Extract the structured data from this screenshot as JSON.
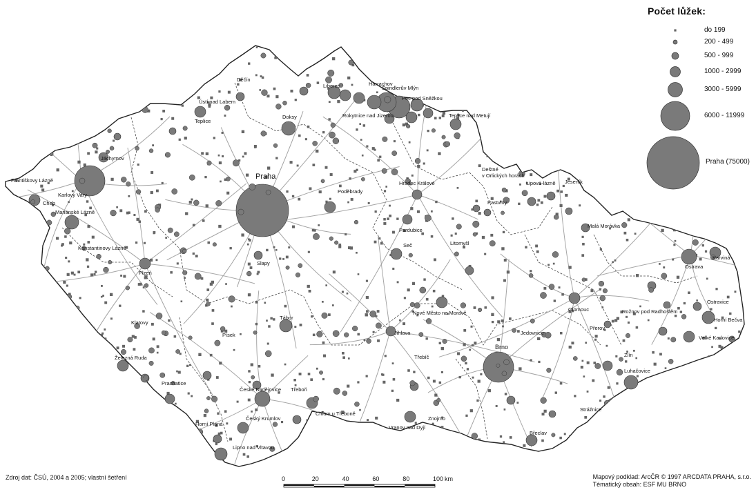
{
  "legend": {
    "title": "Počet lůžek:",
    "classes": [
      {
        "label": "do 199"
      },
      {
        "label": "200 - 499"
      },
      {
        "label": "500 - 999"
      },
      {
        "label": "1000 - 2999"
      },
      {
        "label": "3000 - 5999"
      },
      {
        "label": "6000 - 11999"
      },
      {
        "label": "Praha (75000)"
      }
    ]
  },
  "places": [
    {
      "name": "Děčín"
    },
    {
      "name": "Liberec"
    },
    {
      "name": "Harrachov"
    },
    {
      "name": "Špindlerův Mlýn"
    },
    {
      "name": "Pec pod Sněžkou"
    },
    {
      "name": "Ústí nad Labem"
    },
    {
      "name": "Teplice"
    },
    {
      "name": "Doksy"
    },
    {
      "name": "Rokytnice nad Jizerou"
    },
    {
      "name": "Teplice nad Metují"
    },
    {
      "name": "Jáchymov"
    },
    {
      "name": "Františkovy Lázně"
    },
    {
      "name": "Karlovy Vary"
    },
    {
      "name": "Cheb"
    },
    {
      "name": "Mariánské Lázně"
    },
    {
      "name": "Praha"
    },
    {
      "name": "Poděbrady"
    },
    {
      "name": "Hradec Králové"
    },
    {
      "name": "Deštné v Orlických horách"
    },
    {
      "name": "Lipová-lázně"
    },
    {
      "name": "Jeseník"
    },
    {
      "name": "Pastviny"
    },
    {
      "name": "Pardubice"
    },
    {
      "name": "Malá Morávka"
    },
    {
      "name": "Konstantinovy Lázně"
    },
    {
      "name": "Seč"
    },
    {
      "name": "Litomyšl"
    },
    {
      "name": "Ostrava"
    },
    {
      "name": "Karviná"
    },
    {
      "name": "Slapy"
    },
    {
      "name": "Plzeň"
    },
    {
      "name": "Ostravice"
    },
    {
      "name": "Olomouc"
    },
    {
      "name": "Rožnov pod Radhoštěm"
    },
    {
      "name": "Horní Bečva"
    },
    {
      "name": "Nové Město na Moravě"
    },
    {
      "name": "Klatovy"
    },
    {
      "name": "Tábor"
    },
    {
      "name": "Přerov"
    },
    {
      "name": "Velké Karlovice"
    },
    {
      "name": "Písek"
    },
    {
      "name": "Jihlava"
    },
    {
      "name": "Jedovnice"
    },
    {
      "name": "Železná Ruda"
    },
    {
      "name": "Třebíč"
    },
    {
      "name": "Brno"
    },
    {
      "name": "Zlín"
    },
    {
      "name": "Luhačovice"
    },
    {
      "name": "Prachatice"
    },
    {
      "name": "České Budějovice"
    },
    {
      "name": "Třeboň"
    },
    {
      "name": "Chlum u Třeboně"
    },
    {
      "name": "Znojmo"
    },
    {
      "name": "Strážnice"
    },
    {
      "name": "Horní Planá"
    },
    {
      "name": "Český Krumlov"
    },
    {
      "name": "Vranov nad Dyjí"
    },
    {
      "name": "Břeclav"
    },
    {
      "name": "Lipno nad Vltavou"
    }
  ],
  "scale": {
    "ticks": [
      "0",
      "20",
      "40",
      "60",
      "80",
      "100"
    ],
    "unit": "km"
  },
  "footer": {
    "source": "Zdroj dat: ČSÚ, 2004 a 2005; vlastní šetření",
    "credit_line1": "Mapový podklad: ArcČR © 1997 ARCDATA PRAHA, s.r.o.",
    "credit_line2": "Tématický obsah: ESF MU BRNO"
  },
  "colors": {
    "circle": "#7a7a7a",
    "circle_stroke": "#333333",
    "land": "#ffffff",
    "border": "#222222",
    "roads": "#9a9a9a"
  }
}
